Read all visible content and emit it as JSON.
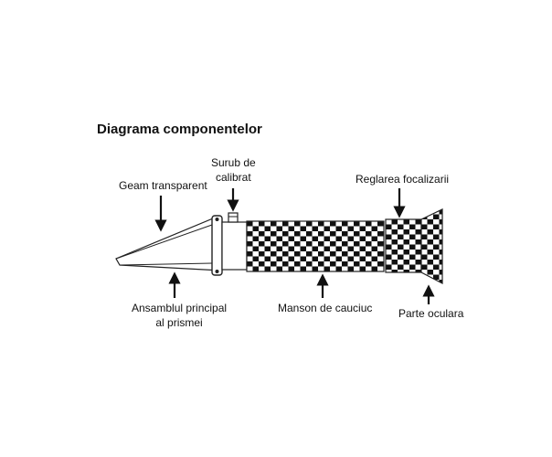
{
  "diagram": {
    "title": "Diagrama componentelor",
    "labels": {
      "geam": "Geam transparent",
      "surub_line1": "Surub de",
      "surub_line2": "calibrat",
      "reglarea": "Reglarea focalizarii",
      "ansamblul_line1": "Ansamblul principal",
      "ansamblul_line2": "al prismei",
      "manson": "Manson de cauciuc",
      "parte": "Parte oculara"
    }
  }
}
